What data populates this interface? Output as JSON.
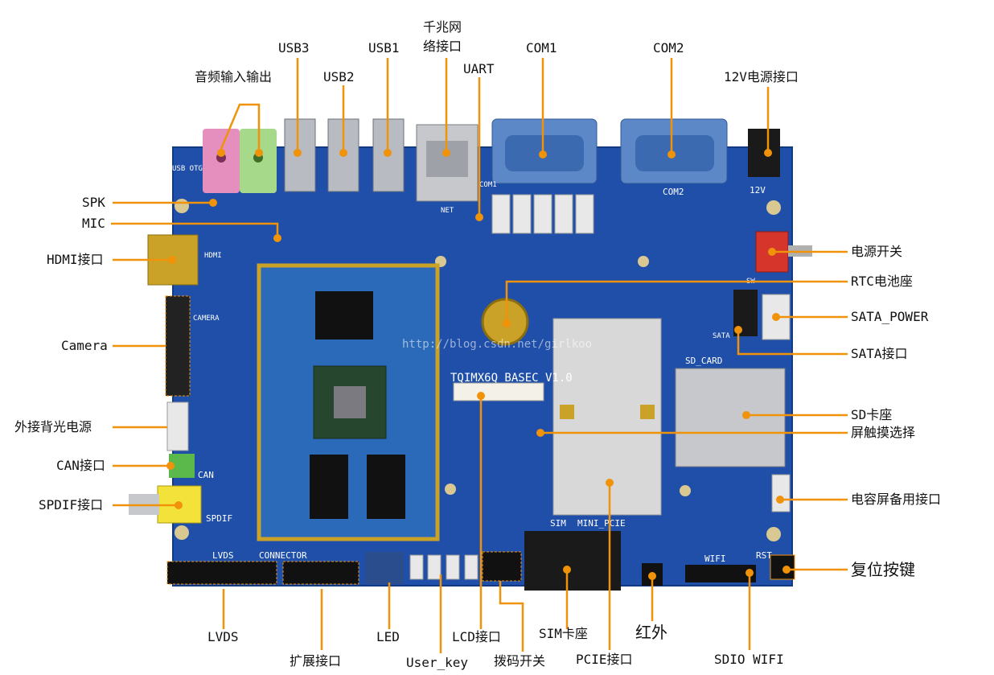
{
  "colors": {
    "board": "#1f4fa8",
    "board_dark": "#173f8c",
    "leader": "#f0920a",
    "module": "#2a6ab8",
    "gold": "#c9a227"
  },
  "labels": {
    "usb3": "USB3",
    "usb1": "USB1",
    "usb2": "USB2",
    "gigabit_eth": "千兆网\n络接口",
    "com1": "COM1",
    "com2": "COM2",
    "uart": "UART",
    "audio": "音频输入输出",
    "power12v": "12V电源接口",
    "spk": "SPK",
    "mic": "MIC",
    "hdmi": "HDMI接口",
    "camera": "Camera",
    "backlight": "外接背光电源",
    "can": "CAN接口",
    "spdif": "SPDIF接口",
    "power_switch": "电源开关",
    "rtc": "RTC电池座",
    "sata_power": "SATA_POWER",
    "sata": "SATA接口",
    "sd": "SD卡座",
    "touch_select": "屏触摸选择",
    "cap_touch": "电容屏备用接口",
    "reset": "复位按键",
    "lvds": "LVDS",
    "ext": "扩展接口",
    "led": "LED",
    "user_key": "User_key",
    "lcd": "LCD接口",
    "dip": "拨码开关",
    "sim": "SIM卡座",
    "ir": "红外",
    "pcie": "PCIE接口",
    "sdio_wifi": "SDIO WIFI"
  },
  "board_silk": {
    "title": "TQIMX6Q BASEC V1.0",
    "com1": "COM1",
    "com2": "COM2",
    "v12": "12V",
    "sd_card": "SD_CARD",
    "sim": "SIM",
    "mini_pcie": "MINI_PCIE",
    "wifi": "WIFI",
    "rst": "RST",
    "lvds": "LVDS",
    "connector": "CONNECTOR",
    "spdif": "SPDIF",
    "can": "CAN",
    "hdmi": "HDMI",
    "camera": "CAMERA",
    "net": "NET",
    "sata": "SATA",
    "sw": "SW",
    "usb_otg": "USB OTG"
  },
  "watermark": "http://blog.csdn.net/girlkoo"
}
